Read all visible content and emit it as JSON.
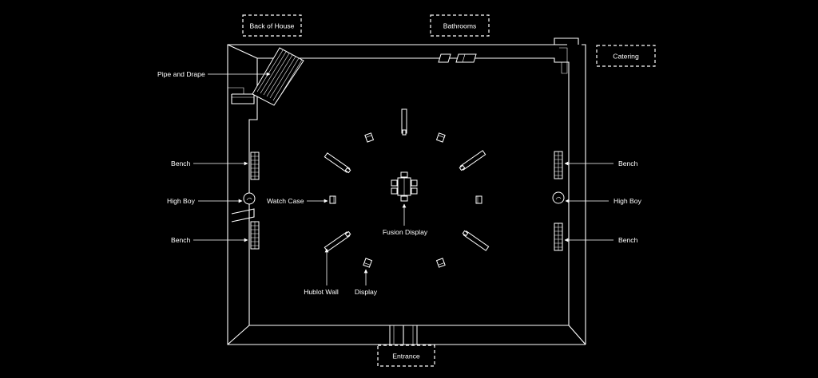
{
  "zones": {
    "back_of_house": "Back of House",
    "bathrooms": "Bathrooms",
    "catering": "Catering",
    "entrance": "Entrance"
  },
  "labels": {
    "pipe_and_drape": "Pipe and Drape",
    "bench_left_top": "Bench",
    "high_boy_left": "High Boy",
    "bench_left_bottom": "Bench",
    "watch_case": "Watch Case",
    "fusion_display": "Fusion Display",
    "hublot_wall": "Hublot Wall",
    "display": "Display",
    "bench_right_top": "Bench",
    "high_boy_right": "High Boy",
    "bench_right_bottom": "Bench"
  },
  "colors": {
    "background": "#000000",
    "line": "#ffffff"
  }
}
